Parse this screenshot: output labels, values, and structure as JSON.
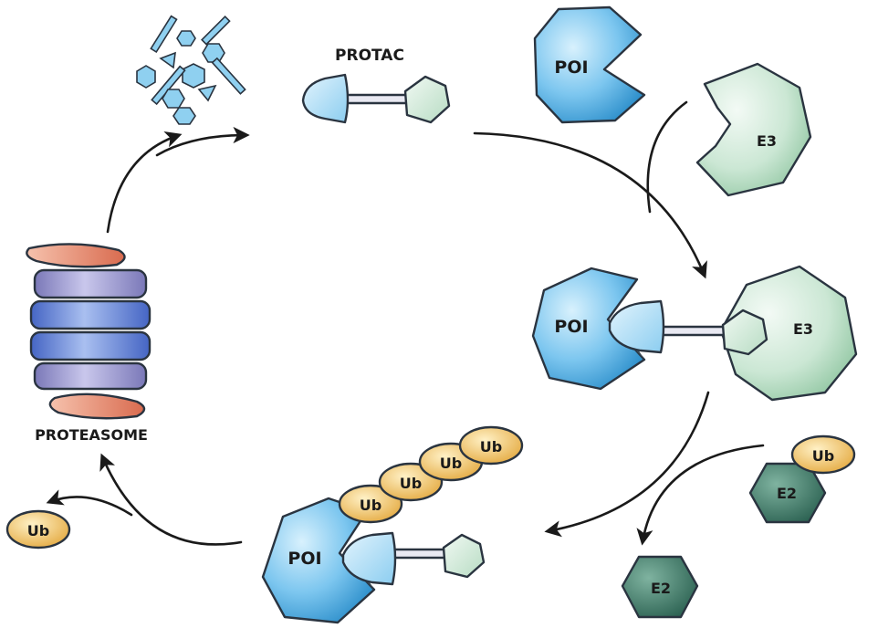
{
  "labels": {
    "protac": "PROTAC",
    "poi": "POI",
    "e3": "E3",
    "e2": "E2",
    "ub": "Ub",
    "proteasome": "PROTEASOME"
  },
  "icons": {
    "poi": "pac-man-hexagon",
    "e3": "heptagon-with-notch",
    "e2": "hexagon",
    "ub": "oval-token",
    "protac": "triangle-linker-pentagon",
    "proteasome": "stacked-barrel",
    "fragments": "scattered-shapes"
  },
  "colors": {
    "poi_light": "#bfe6fb",
    "poi_dark": "#3a9fd6",
    "e3_light": "#e6f4ea",
    "e3_dark": "#9fcfae",
    "e2_light": "#5f9a86",
    "e2_dark": "#2f6656",
    "ub_light": "#fbe3a6",
    "ub_dark": "#e9b44f",
    "proteasome_blue": "#6f8ad8",
    "proteasome_cap": "#e58a70",
    "arrow": "#1a1a1a"
  }
}
